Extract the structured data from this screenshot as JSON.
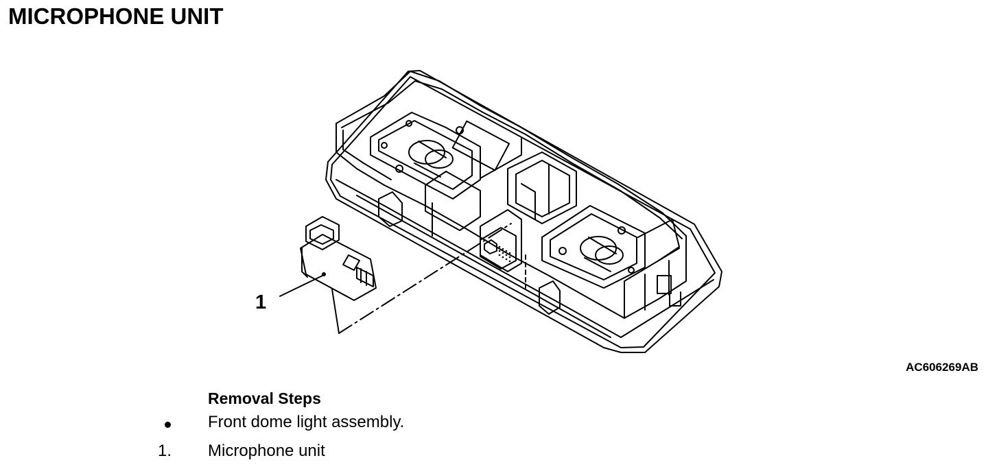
{
  "document": {
    "title": "MICROPHONE UNIT",
    "figure_code": "AC606269AB",
    "callout_label": "1"
  },
  "removal": {
    "heading": "Removal Steps",
    "steps": [
      {
        "marker": "",
        "marker_icon": "bullet-dot-icon",
        "text": "Front dome light assembly."
      },
      {
        "marker": "1.",
        "text": "Microphone unit"
      }
    ]
  }
}
